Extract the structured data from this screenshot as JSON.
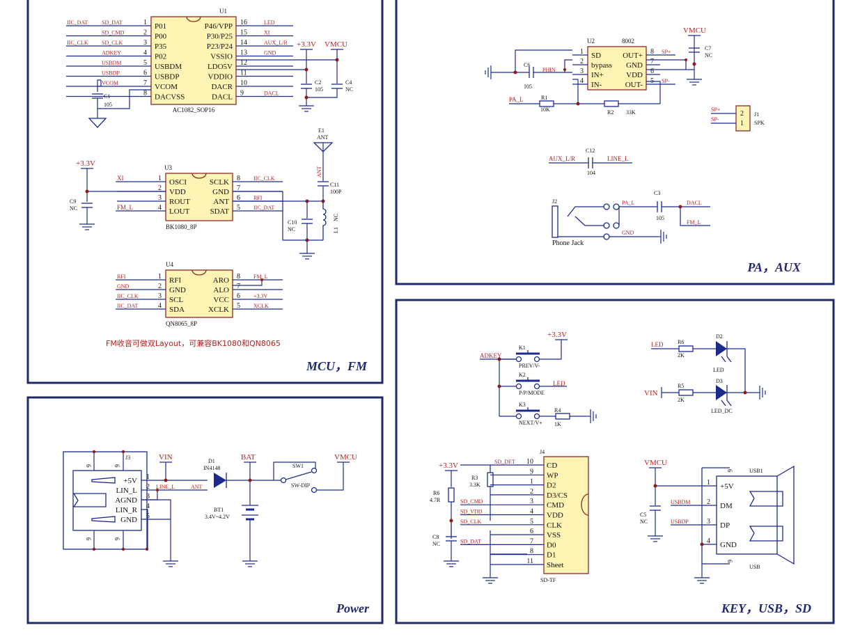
{
  "panels": {
    "mcu_fm": "MCU，FM",
    "pa_aux": "PA，AUX",
    "power": "Power",
    "key_usb_sd": "KEY，USB，SD"
  },
  "u1": {
    "ref": "U1",
    "name": "AC1082_SOP16",
    "left_pins": [
      {
        "num": "1",
        "name": "P01",
        "net": "IIC_DAT",
        "net2": "SD_DAT"
      },
      {
        "num": "2",
        "name": "P00",
        "net2": "SD_CMD"
      },
      {
        "num": "3",
        "name": "P35",
        "net": "IIC_CLK",
        "net2": "SD_CLK"
      },
      {
        "num": "4",
        "name": "P02",
        "net2": "ADKEY"
      },
      {
        "num": "5",
        "name": "USBDM",
        "net2": "USBDM"
      },
      {
        "num": "6",
        "name": "USBDP",
        "net2": "USBDP"
      },
      {
        "num": "7",
        "name": "VCOM",
        "net2": "VCOM"
      },
      {
        "num": "8",
        "name": "DACVSS"
      }
    ],
    "right_pins": [
      {
        "num": "16",
        "name": "P46/VPP",
        "net": "LED"
      },
      {
        "num": "15",
        "name": "P30/P25",
        "net": "XI"
      },
      {
        "num": "14",
        "name": "P23/P24",
        "net": "AUX_L/R"
      },
      {
        "num": "13",
        "name": "VSSIO",
        "net": "GND"
      },
      {
        "num": "12",
        "name": "LDO5V"
      },
      {
        "num": "11",
        "name": "VDDIO"
      },
      {
        "num": "10",
        "name": "DACR"
      },
      {
        "num": "9",
        "name": "DACL",
        "net": "DACL"
      }
    ],
    "c1": {
      "ref": "C1",
      "val": "105"
    },
    "c2": {
      "ref": "C2",
      "val": "105"
    },
    "c4": {
      "ref": "C4",
      "val": "NC"
    },
    "p33": "+3.3V",
    "vmcu": "VMCU"
  },
  "u3": {
    "ref": "U3",
    "name": "BK1080_8P",
    "left_pins": [
      {
        "num": "1",
        "name": "OSCI",
        "net": "XI"
      },
      {
        "num": "2",
        "name": "VDD"
      },
      {
        "num": "3",
        "name": "ROUT"
      },
      {
        "num": "4",
        "name": "LOUT",
        "net": "FM_L"
      }
    ],
    "right_pins": [
      {
        "num": "8",
        "name": "SCLK",
        "net": "IIC_CLK"
      },
      {
        "num": "7",
        "name": "GND"
      },
      {
        "num": "6",
        "name": "ANT",
        "net": "RFI"
      },
      {
        "num": "5",
        "name": "SDAT",
        "net": "IIC_DAT"
      }
    ],
    "p33": "+3.3V",
    "c9": {
      "ref": "C9",
      "val": "NC"
    },
    "e1": {
      "ref": "E1",
      "val": "ANT"
    },
    "ant_net": "ANT",
    "c11": {
      "ref": "C11",
      "val": "100P"
    },
    "c10": {
      "ref": "C10",
      "val": "NC"
    },
    "l1": {
      "ref": "L1",
      "val": "NC"
    }
  },
  "u4": {
    "ref": "U4",
    "name": "QN8065_8P",
    "left_pins": [
      {
        "num": "1",
        "name": "RFI",
        "net": "RFI"
      },
      {
        "num": "2",
        "name": "GND",
        "net": "GND"
      },
      {
        "num": "3",
        "name": "SCL",
        "net": "IIC_CLK"
      },
      {
        "num": "4",
        "name": "SDA",
        "net": "IIC_DAT"
      }
    ],
    "right_pins": [
      {
        "num": "8",
        "name": "ARO",
        "net": "FM_L"
      },
      {
        "num": "7",
        "name": "ALO"
      },
      {
        "num": "6",
        "name": "VCC",
        "net": "+3.3V"
      },
      {
        "num": "5",
        "name": "XCLK",
        "net": "XCLK"
      }
    ],
    "note": "FM收音可做双Layout，可兼容BK1080和QN8065"
  },
  "u2": {
    "ref": "U2",
    "name": "8002",
    "left_pins": [
      {
        "num": "1",
        "name": "SD"
      },
      {
        "num": "2",
        "name": "bypass"
      },
      {
        "num": "3",
        "name": "IN+"
      },
      {
        "num": "4",
        "name": "IN-"
      }
    ],
    "right_pins": [
      {
        "num": "8",
        "name": "OUT+",
        "net": "SP+"
      },
      {
        "num": "7",
        "name": "GND"
      },
      {
        "num": "6",
        "name": "VDD"
      },
      {
        "num": "5",
        "name": "OUT-",
        "net": "SP-"
      }
    ],
    "c6": {
      "ref": "C6",
      "val": "105"
    },
    "phin": "PHIN",
    "r1": {
      "ref": "R1",
      "val": "10K"
    },
    "r2": {
      "ref": "R2",
      "val": "33K"
    },
    "pa_l": "PA_L",
    "vmcu": "VMCU",
    "c7": {
      "ref": "C7",
      "val": "NC"
    }
  },
  "j1": {
    "ref": "J1",
    "name": "SPK",
    "pins": [
      {
        "num": "2",
        "net": "SP+"
      },
      {
        "num": "1",
        "net": "SP-"
      }
    ]
  },
  "aux": {
    "left": "AUX_L/R",
    "c12": {
      "ref": "C12",
      "val": "104"
    },
    "right": "LINE_L"
  },
  "j2": {
    "ref": "J2",
    "name": "Phone Jack",
    "pa_l": "PA_L",
    "c3": {
      "ref": "C3",
      "val": "105"
    },
    "dacl": "DACL",
    "fm_l": "FM_L",
    "gnd": "GND"
  },
  "power": {
    "j3": {
      "ref": "J3",
      "pins": [
        {
          "num": "1",
          "name": "+5V"
        },
        {
          "num": "2",
          "name": "LIN_L"
        },
        {
          "num": "3",
          "name": "AGND"
        },
        {
          "num": "4",
          "name": "LIN_R"
        },
        {
          "num": "5",
          "name": "GND"
        }
      ],
      "shield": "6"
    },
    "vin": "VIN",
    "line_l": "LINE_L",
    "ant": "ANT",
    "d1": {
      "ref": "D1",
      "val": "IN4148"
    },
    "bat": "BAT",
    "bt1": {
      "ref": "BT1",
      "val": "3.4V~4.2V"
    },
    "sw1": {
      "ref": "SW1",
      "val": "SW-DIP"
    },
    "vmcu": "VMCU"
  },
  "keys": {
    "adkey": "ADKEY",
    "p33": "+3.3V",
    "k1": {
      "ref": "K1",
      "val": "PREV/V-"
    },
    "k2": {
      "ref": "K2",
      "val": "P/P/MODE",
      "net": "LED"
    },
    "k3": {
      "ref": "K3",
      "val": "NEXT/V+"
    },
    "r4": {
      "ref": "R4",
      "val": "1K"
    }
  },
  "leds": {
    "led": "LED",
    "r6": {
      "ref": "R6",
      "val": "2K"
    },
    "d2": {
      "ref": "D2",
      "val": "LED"
    },
    "vin": "VIN",
    "r5": {
      "ref": "R5",
      "val": "2K"
    },
    "d3": {
      "ref": "D3",
      "val": "LED_DC"
    }
  },
  "sd": {
    "p33": "+3.3V",
    "r6": {
      "ref": "R6",
      "val": "4.7R"
    },
    "r3": {
      "ref": "R3",
      "val": "3.3K"
    },
    "c8": {
      "ref": "C8",
      "val": "NC"
    },
    "j4": {
      "ref": "J4",
      "name": "SD-TF"
    },
    "pins": [
      {
        "num": "10",
        "name": "CD",
        "net": "SD_DET"
      },
      {
        "num": "9",
        "name": "WP"
      },
      {
        "num": "1",
        "name": "D2"
      },
      {
        "num": "2",
        "name": "D3/CS"
      },
      {
        "num": "3",
        "name": "CMD",
        "net": "SD_CMD"
      },
      {
        "num": "4",
        "name": "VDD",
        "net": "SD_VDD"
      },
      {
        "num": "5",
        "name": "CLK",
        "net": "SD_CLK"
      },
      {
        "num": "6",
        "name": "VSS"
      },
      {
        "num": "7",
        "name": "D0",
        "net": "SD_DAT"
      },
      {
        "num": "8",
        "name": "D1"
      },
      {
        "num": "11",
        "name": "Sheet"
      }
    ]
  },
  "usb": {
    "vmcu": "VMCU",
    "c5": {
      "ref": "C5",
      "val": "NC"
    },
    "usb1": {
      "ref": "USB1",
      "name": "USB"
    },
    "pins": [
      {
        "num": "1",
        "name": "+5V"
      },
      {
        "num": "2",
        "name": "DM",
        "net": "USBDM"
      },
      {
        "num": "3",
        "name": "DP",
        "net": "USBDP"
      },
      {
        "num": "4",
        "name": "GND"
      }
    ],
    "shield": "6"
  }
}
